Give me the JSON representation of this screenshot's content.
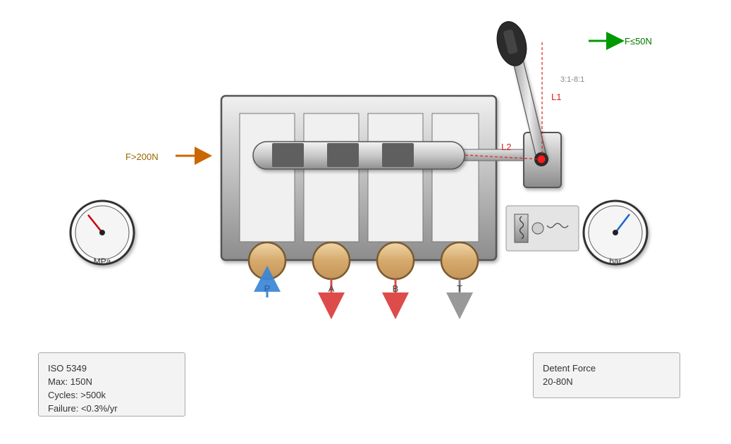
{
  "labels": {
    "input_force": "F>200N",
    "output_force": "F≤50N",
    "ratio": "3:1-8:1",
    "l1": "L1",
    "l2": "L2"
  },
  "ports": [
    {
      "name": "P",
      "direction": "in",
      "color": "#4a90d9"
    },
    {
      "name": "A",
      "direction": "out",
      "color": "#dd4b4b"
    },
    {
      "name": "B",
      "direction": "out",
      "color": "#dd4b4b"
    },
    {
      "name": "T",
      "direction": "out",
      "color": "#999999"
    }
  ],
  "gauges": {
    "left": {
      "unit": "MPa",
      "needle_color": "#cc0000"
    },
    "right": {
      "unit": "bar",
      "needle_color": "#1a66cc"
    }
  },
  "colors": {
    "input_arrow": "#cc6600",
    "output_arrow": "#009900",
    "dimension": "#e02020",
    "ratio_text": "#888888"
  },
  "info_left": {
    "lines": [
      "ISO 5349",
      "Max: 150N",
      "Cycles: >500k",
      "Failure: <0.3%/yr"
    ]
  },
  "info_right": {
    "lines": [
      "Detent Force",
      "20-80N"
    ]
  }
}
